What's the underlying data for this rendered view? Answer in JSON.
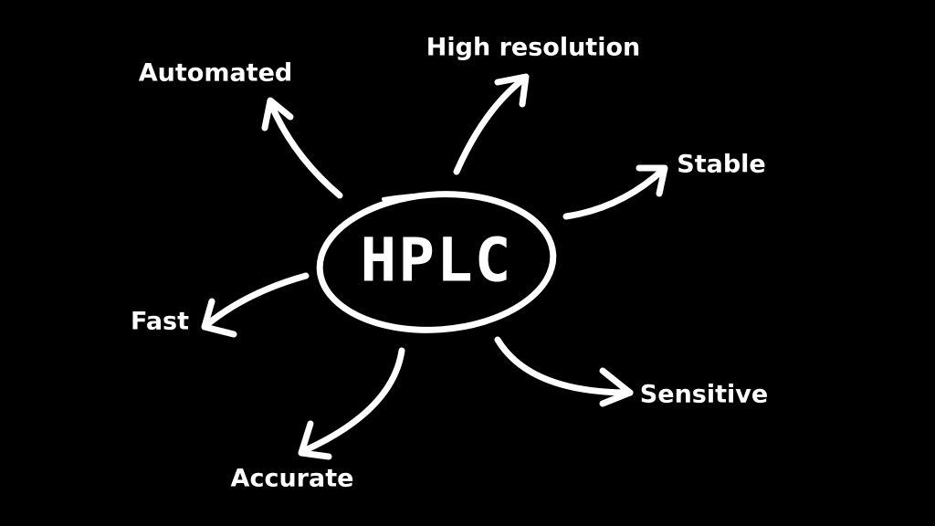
{
  "center": {
    "label": "HPLC"
  },
  "branches": [
    {
      "label": "High resolution"
    },
    {
      "label": "Automated"
    },
    {
      "label": "Stable"
    },
    {
      "label": "Fast"
    },
    {
      "label": "Sensitive"
    },
    {
      "label": "Accurate"
    }
  ],
  "colors": {
    "background": "#000000",
    "foreground": "#ffffff"
  }
}
